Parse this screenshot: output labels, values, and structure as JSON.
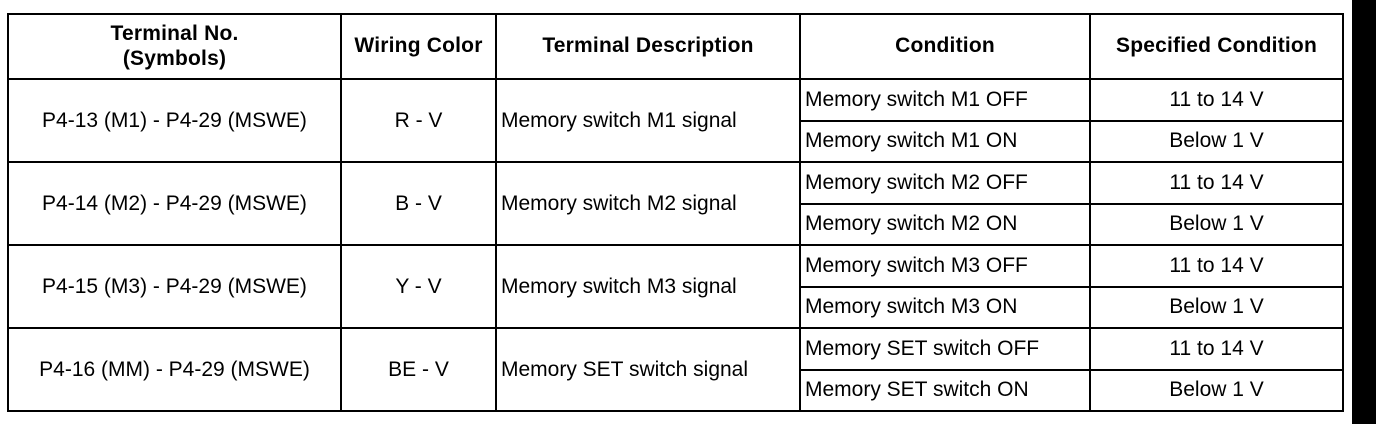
{
  "headers": {
    "terminal_line1": "Terminal No.",
    "terminal_line2": "(Symbols)",
    "wiring_color": "Wiring Color",
    "terminal_description": "Terminal Description",
    "condition": "Condition",
    "specified_condition": "Specified Condition"
  },
  "rows": [
    {
      "terminal": "P4-13 (M1) - P4-29 (MSWE)",
      "wiring_color": "R - V",
      "description": "Memory switch M1 signal",
      "conditions": [
        {
          "condition": "Memory switch M1 OFF",
          "specified": "11 to 14 V"
        },
        {
          "condition": "Memory switch M1 ON",
          "specified": "Below 1 V"
        }
      ]
    },
    {
      "terminal": "P4-14 (M2) - P4-29 (MSWE)",
      "wiring_color": "B - V",
      "description": "Memory switch M2 signal",
      "conditions": [
        {
          "condition": "Memory switch M2 OFF",
          "specified": "11 to 14 V"
        },
        {
          "condition": "Memory switch M2 ON",
          "specified": "Below 1 V"
        }
      ]
    },
    {
      "terminal": "P4-15 (M3) - P4-29 (MSWE)",
      "wiring_color": "Y - V",
      "description": "Memory switch M3 signal",
      "conditions": [
        {
          "condition": "Memory switch M3 OFF",
          "specified": "11 to 14 V"
        },
        {
          "condition": "Memory switch M3 ON",
          "specified": "Below 1 V"
        }
      ]
    },
    {
      "terminal": "P4-16 (MM) - P4-29 (MSWE)",
      "wiring_color": "BE - V",
      "description": "Memory SET switch signal",
      "conditions": [
        {
          "condition": "Memory SET switch OFF",
          "specified": "11 to 14 V"
        },
        {
          "condition": "Memory SET switch ON",
          "specified": "Below 1 V"
        }
      ]
    }
  ]
}
